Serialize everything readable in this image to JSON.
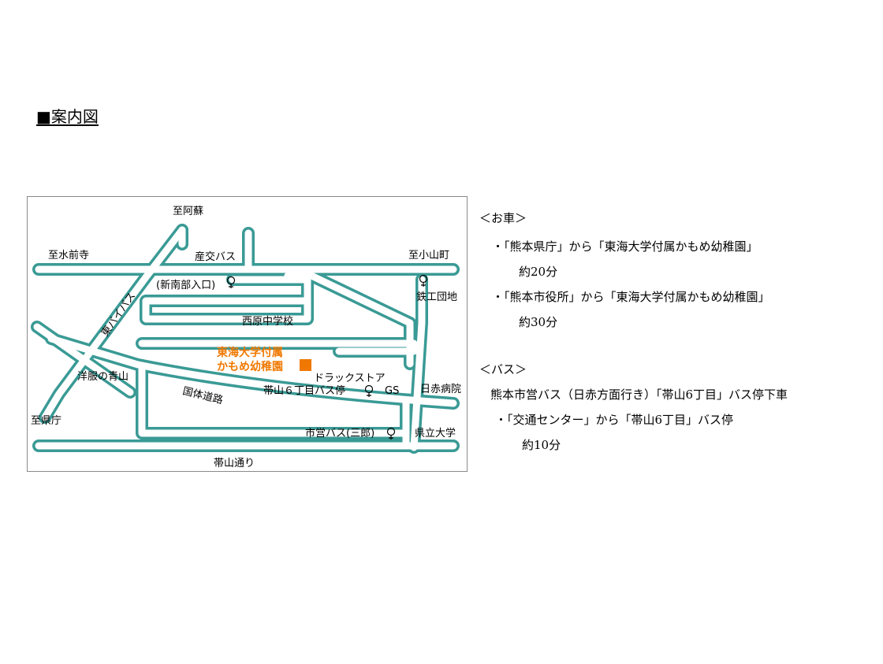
{
  "heading": "■案内図",
  "map": {
    "colors": {
      "road": "#3a9a95",
      "school": "#f07800"
    },
    "labels": {
      "to_aso": "至阿蘇",
      "to_suizenji": "至水前寺",
      "sanko_bus": "産交バス",
      "to_koyamamachi": "至小山町",
      "shinnanbu": "(新南部入口)",
      "tekko_danchi": "鉄工団地",
      "higashi_bypass": "東バイパス",
      "nishihara_jhs": "西原中学校",
      "school_line1": "東海大学付属",
      "school_line2": "かもめ幼稚園",
      "drugstore": "ドラックストア",
      "yofuku_aoyama": "洋服の青山",
      "obiyama_stop": "帯山６丁目バス停",
      "gs": "GS",
      "nisseki_hospital": "日赤病院",
      "kokutai_road": "国体道路",
      "to_kencho": "至県庁",
      "shiei_bus": "市営バス(三郎)",
      "prefectural_univ": "県立大学",
      "obiyama_street": "帯山通り"
    }
  },
  "directions": {
    "car_heading": "＜お車＞",
    "car_route1": "・「熊本県庁」から「東海大学付属かもめ幼稚園」",
    "car_time1": "約20分",
    "car_route2": "・「熊本市役所」から「東海大学付属かもめ幼稚園」",
    "car_time2": "約30分",
    "bus_heading": "＜バス＞",
    "bus_line": "熊本市営バス（日赤方面行き）「帯山6丁目」バス停下車",
    "bus_route": "・「交通センター」から「帯山6丁目」バス停",
    "bus_time": "約10分"
  }
}
